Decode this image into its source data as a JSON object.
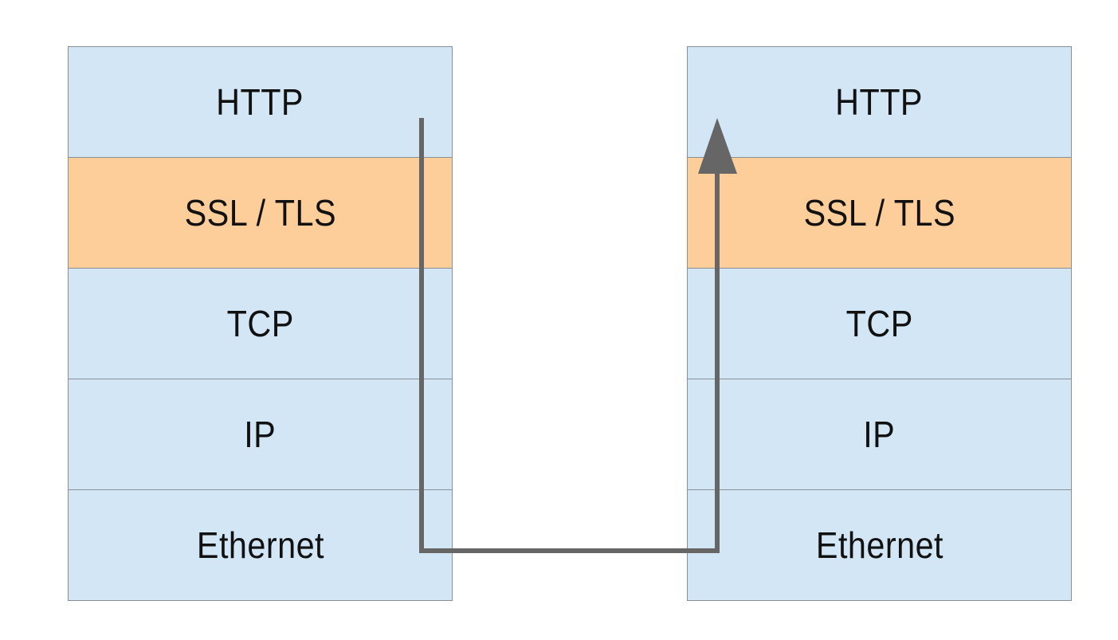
{
  "left_stack": {
    "layers": [
      {
        "label": "HTTP",
        "kind": "app"
      },
      {
        "label": "SSL / TLS",
        "kind": "security"
      },
      {
        "label": "TCP",
        "kind": "transport"
      },
      {
        "label": "IP",
        "kind": "network"
      },
      {
        "label": "Ethernet",
        "kind": "link"
      }
    ]
  },
  "right_stack": {
    "layers": [
      {
        "label": "HTTP",
        "kind": "app"
      },
      {
        "label": "SSL / TLS",
        "kind": "security"
      },
      {
        "label": "TCP",
        "kind": "transport"
      },
      {
        "label": "IP",
        "kind": "network"
      },
      {
        "label": "Ethernet",
        "kind": "link"
      }
    ]
  },
  "colors": {
    "layer_fill": "#d2e6f5",
    "security_fill": "#fdcd9a",
    "border": "#8a8f95",
    "arrow": "#666666",
    "text": "#111111"
  }
}
